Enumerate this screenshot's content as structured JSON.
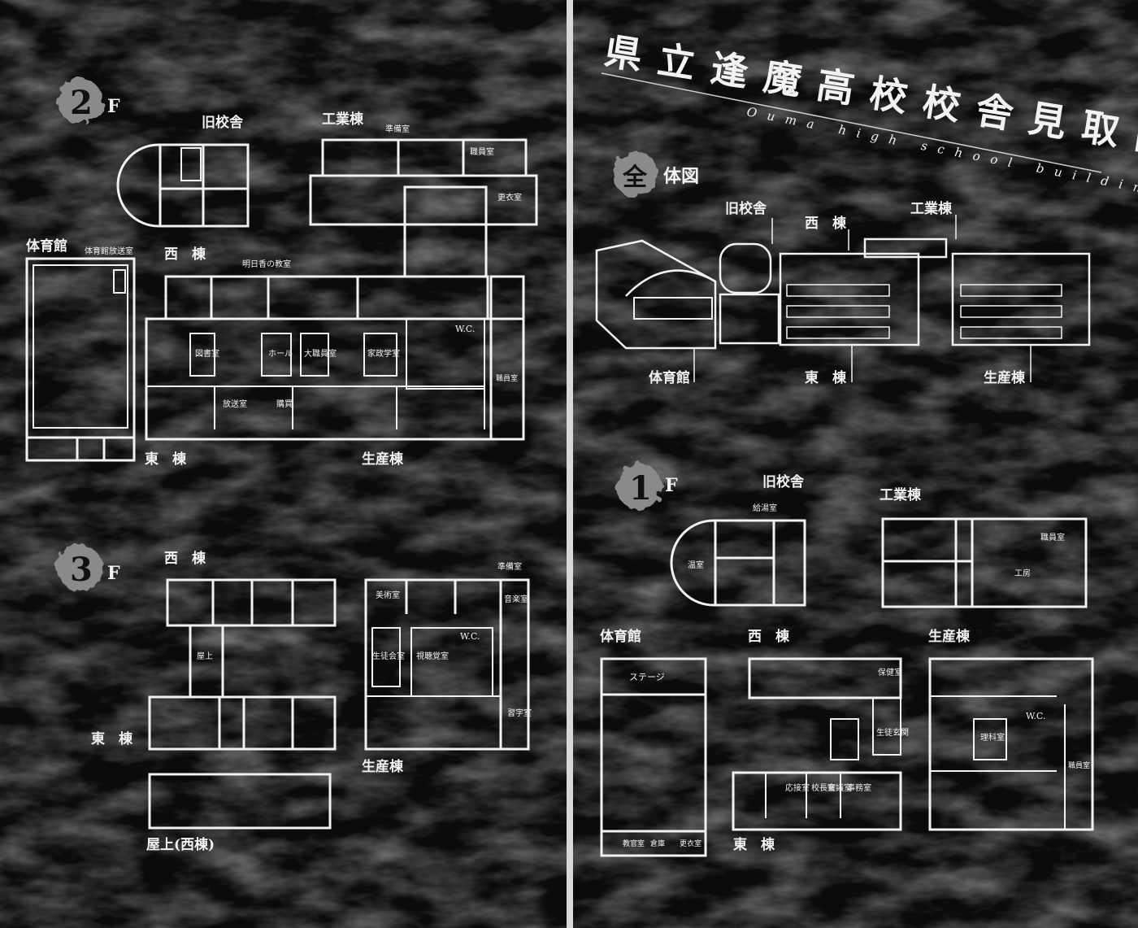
{
  "title": {
    "text": "県立逢魔高校校舎見取図",
    "subtitle": "Ouma high school building map"
  },
  "floors": {
    "f2": {
      "number": "2",
      "suffix": "F"
    },
    "f3": {
      "number": "3",
      "suffix": "F"
    },
    "f1": {
      "number": "1",
      "suffix": "F"
    },
    "whole": {
      "glyph": "全",
      "label": "体図"
    }
  },
  "buildings": {
    "old": "旧校舎",
    "industry": "工業棟",
    "gym": "体育館",
    "west": "西　棟",
    "east": "東　棟",
    "production": "生産棟",
    "roof_west": "屋上(西棟)"
  },
  "rooms": {
    "prep": "準備室",
    "staff": "職員室",
    "changing": "更衣室",
    "wc": "W.C.",
    "gym_broadcast": "体育館放送室",
    "asuka_class": "明日香の教室",
    "library": "図書室",
    "hall": "ホール",
    "big_staff": "大職員室",
    "home_ec": "家政学室",
    "broadcast": "放送室",
    "shop": "購買",
    "art": "美術室",
    "music": "音楽室",
    "roof": "屋上",
    "student_council": "生徒会室",
    "av": "視聴覚室",
    "study": "習字室",
    "kitchen": "給湯室",
    "hot_room": "温室",
    "workshop": "工房",
    "stage": "ステージ",
    "health": "保健室",
    "entrance": "生徒玄関",
    "reception": "応接室",
    "principal": "校長室",
    "meeting": "会議室",
    "office": "事務室",
    "science": "理科室",
    "pe_staff": "教官室",
    "storage": "倉庫"
  },
  "colors": {
    "background": "#0b0b0b",
    "line": "#f2f2f2"
  }
}
